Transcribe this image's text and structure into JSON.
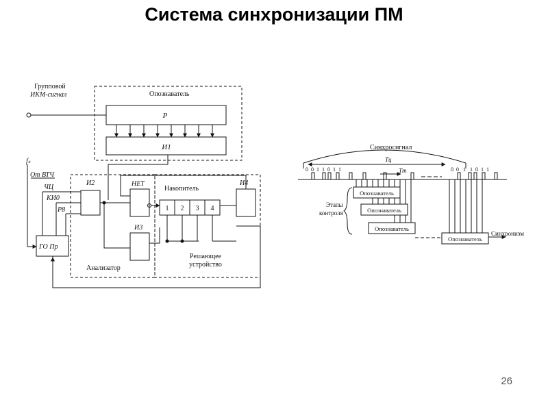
{
  "slide": {
    "title": "Система синхронизации ПМ",
    "page_number": "26"
  },
  "scheme": {
    "input_line1": "Групповой",
    "input_line2": "ИКМ-сигнал",
    "identifier_label": "Опознаватель",
    "block_p": "Р",
    "block_i1": "И1",
    "fc": "fₛ",
    "from_vtch": "От ВТЧ",
    "chc": "ЧЦ",
    "ki0": "КИ0",
    "p8": "Р8",
    "block_i2": "И2",
    "block_net": "НЕТ",
    "block_i3": "И3",
    "accumulator_label": "Накопитель",
    "cells": [
      "1",
      "2",
      "3",
      "4"
    ],
    "block_i4": "И4",
    "block_go": "ГО Пр",
    "analyzer_label": "Анализатор",
    "decider_line1": "Решающее",
    "decider_line2": "устройство"
  },
  "timing": {
    "sync_signal": "Синхросигнал",
    "tc": "Tц",
    "tt": "Tт",
    "bits_left": [
      "0",
      "0",
      "1",
      "1",
      "0",
      "1",
      "1"
    ],
    "bits_right": [
      "0",
      "0",
      "1",
      "1",
      "0",
      "1",
      "1"
    ],
    "stages_line1": "Этапы",
    "stages_line2": "контроля",
    "identifiers": [
      "Опознаватель",
      "Опознаватель",
      "Опознаватель",
      "Опознаватель"
    ],
    "sync_out": "Синхронизм"
  }
}
